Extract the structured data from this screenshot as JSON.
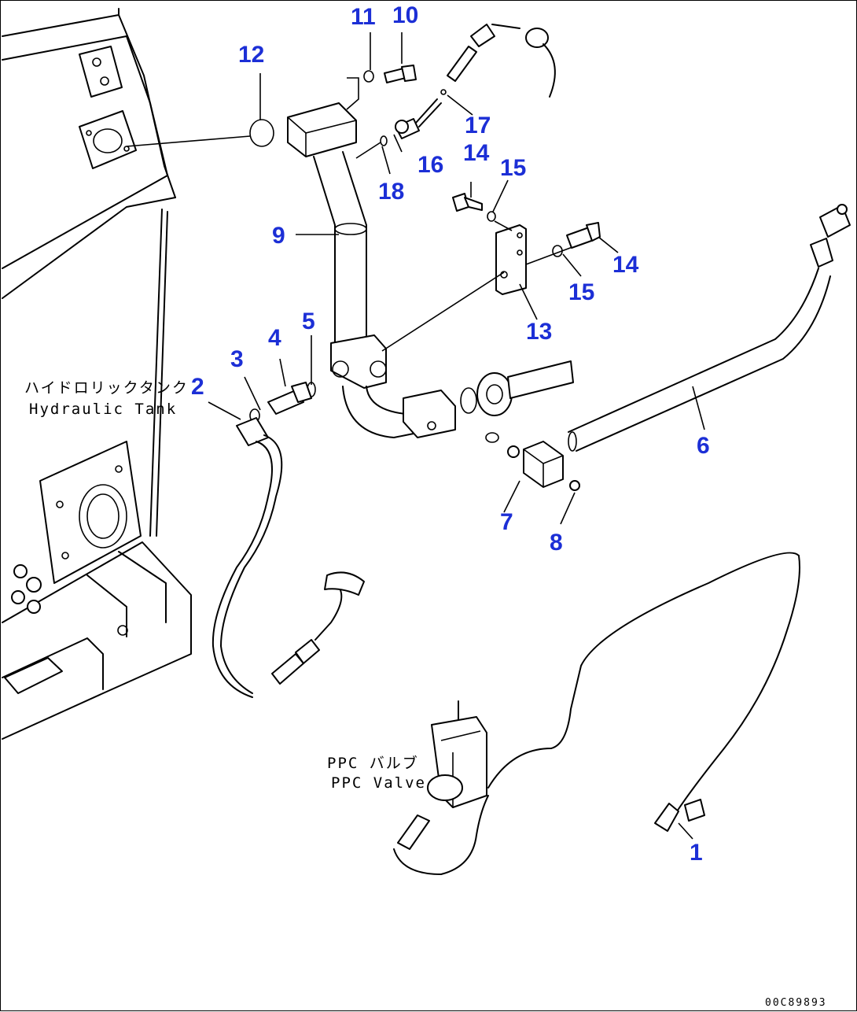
{
  "labels": {
    "tank_jp": "ハイドロリックタンク",
    "tank_en": "Hydraulic Tank",
    "ppc_jp": "PPC バルブ",
    "ppc_en": "PPC Valve"
  },
  "drawing_code": "00C89893",
  "callouts": [
    {
      "id": "c1",
      "text": "1"
    },
    {
      "id": "c2",
      "text": "2"
    },
    {
      "id": "c3",
      "text": "3"
    },
    {
      "id": "c4",
      "text": "4"
    },
    {
      "id": "c5",
      "text": "5"
    },
    {
      "id": "c6",
      "text": "6"
    },
    {
      "id": "c7",
      "text": "7"
    },
    {
      "id": "c8",
      "text": "8"
    },
    {
      "id": "c9",
      "text": "9"
    },
    {
      "id": "c10",
      "text": "10"
    },
    {
      "id": "c11",
      "text": "11"
    },
    {
      "id": "c12",
      "text": "12"
    },
    {
      "id": "c13",
      "text": "13"
    },
    {
      "id": "c14a",
      "text": "14"
    },
    {
      "id": "c14b",
      "text": "14"
    },
    {
      "id": "c15a",
      "text": "15"
    },
    {
      "id": "c15b",
      "text": "15"
    },
    {
      "id": "c16",
      "text": "16"
    },
    {
      "id": "c17",
      "text": "17"
    },
    {
      "id": "c18",
      "text": "18"
    }
  ],
  "colors": {
    "callout": "#1c2fd6",
    "line": "#000000",
    "background": "#ffffff"
  }
}
